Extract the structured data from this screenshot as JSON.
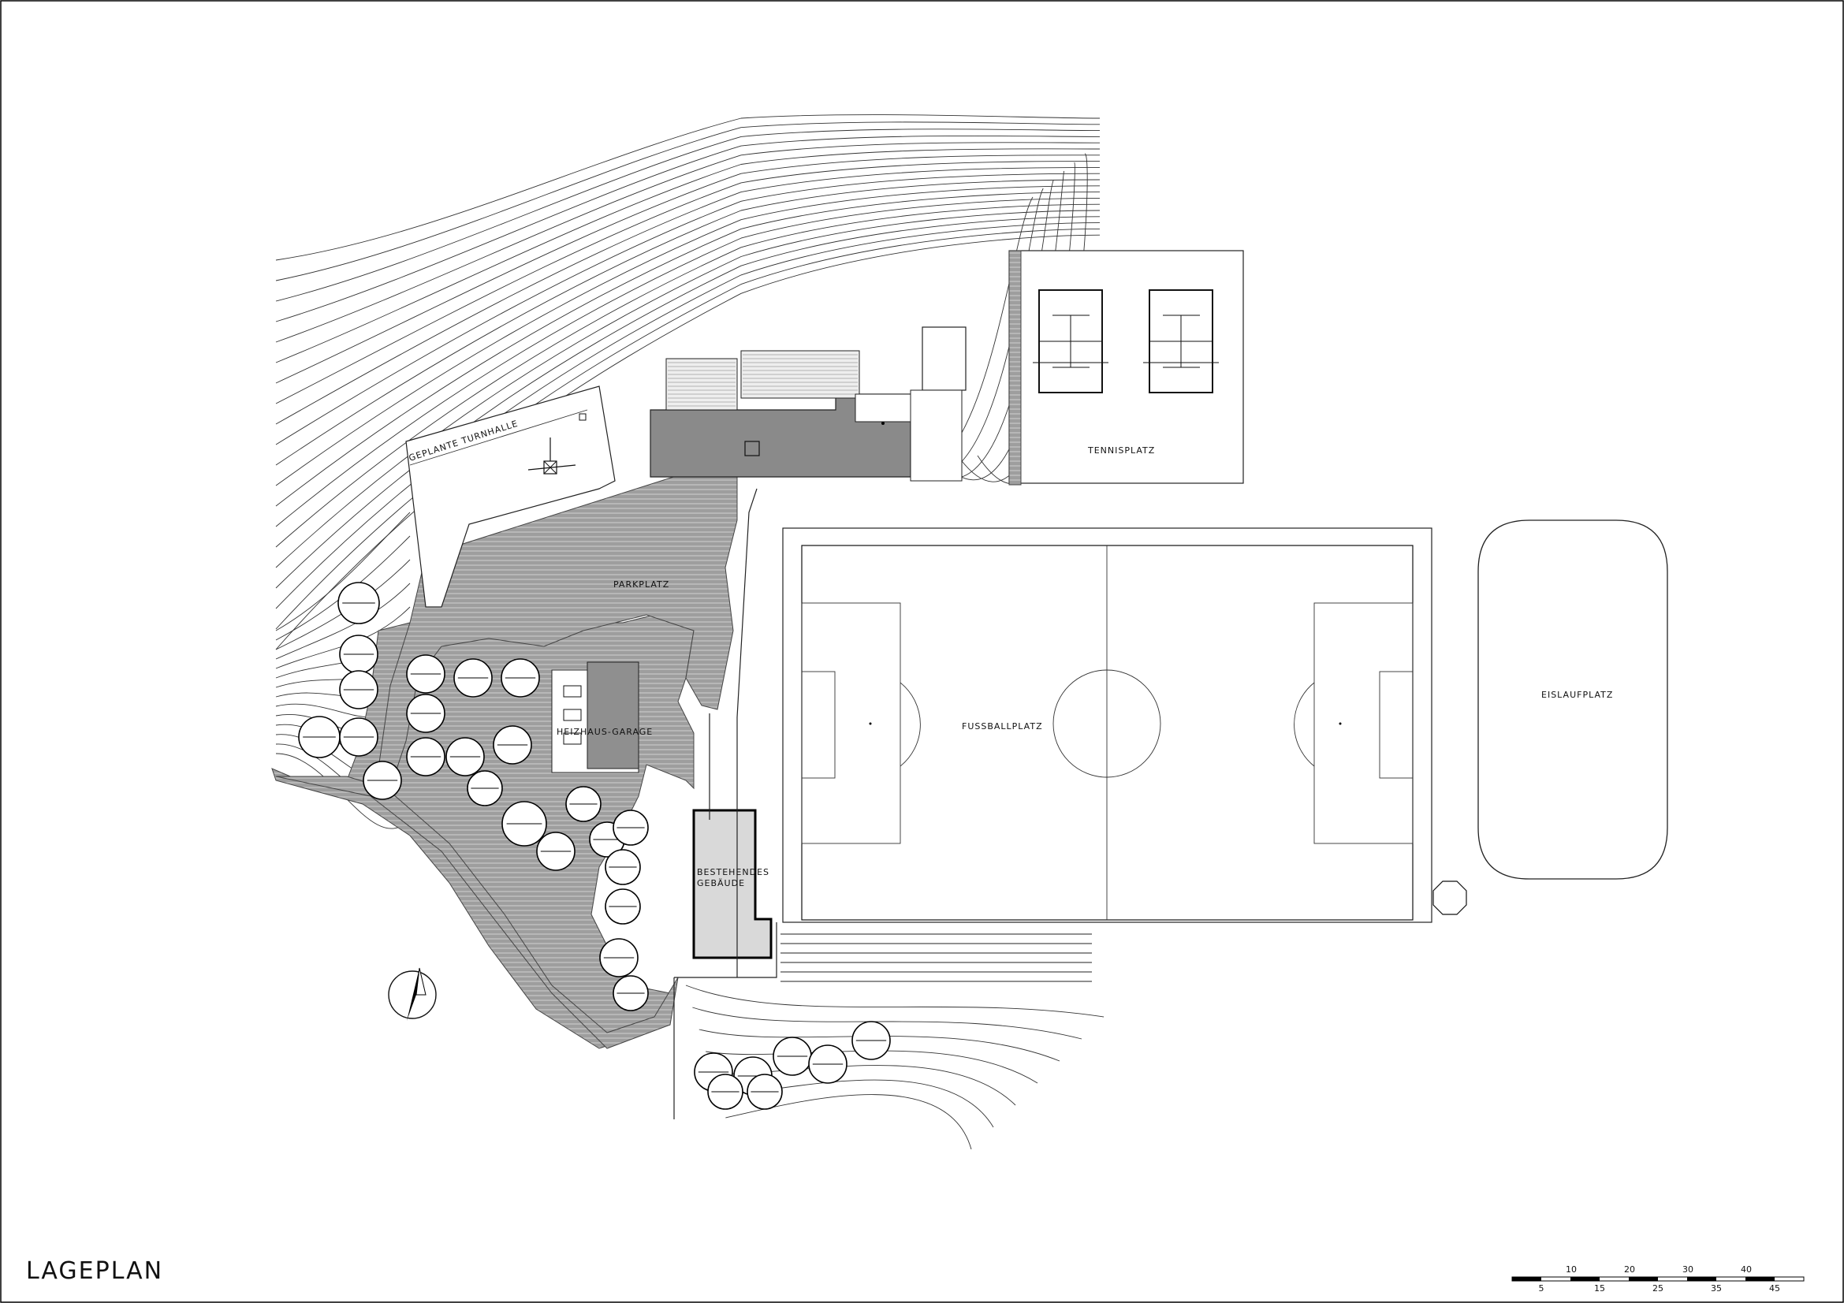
{
  "labels": {
    "turnhalle": "GEPLANTE TURNHALLE",
    "tennis": "TENNISPLATZ",
    "parkplatz": "PARKPLATZ",
    "fussball": "FUSSBALLPLATZ",
    "eislauf": "EISLAUFPLATZ",
    "heizhaus": "HEIZHAUS-GARAGE",
    "bestehendes_1": "BESTEHENDES",
    "bestehendes_2": "GEBÄUDE",
    "title": "LAGEPLAN"
  },
  "scale_bar": {
    "upper_ticks": [
      "10",
      "20",
      "30",
      "40"
    ],
    "lower_ticks": [
      "5",
      "15",
      "25",
      "35",
      "45"
    ]
  }
}
